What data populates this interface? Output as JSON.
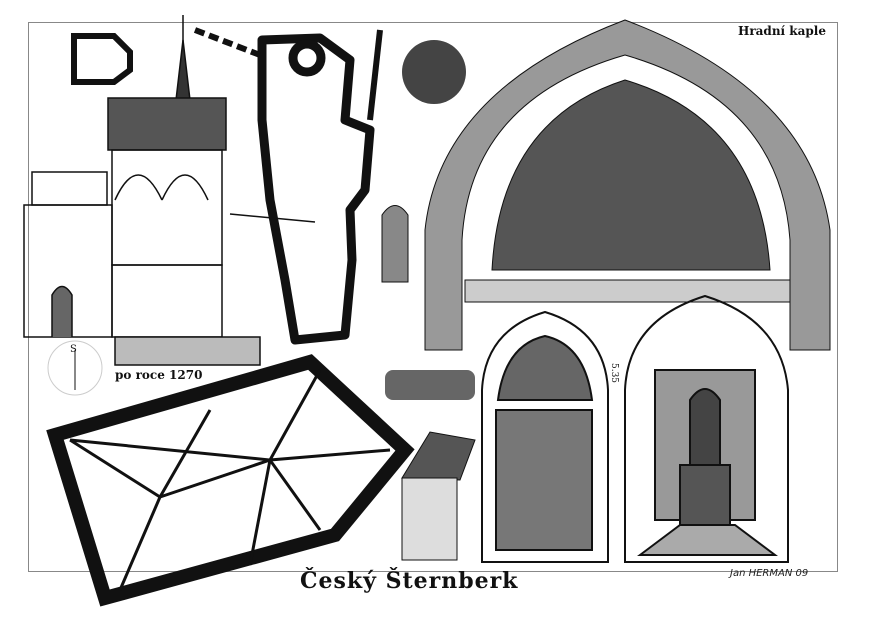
{
  "title": "Český Šternberk",
  "labels": {
    "chapel": "Hradní kaple",
    "date": "po roce 1270",
    "dimension": "5.35"
  },
  "signature": "Jan HERMAN 09",
  "colors": {
    "ink": "#1a1a1a",
    "paper": "#ffffff",
    "tympanum": "#555555"
  }
}
